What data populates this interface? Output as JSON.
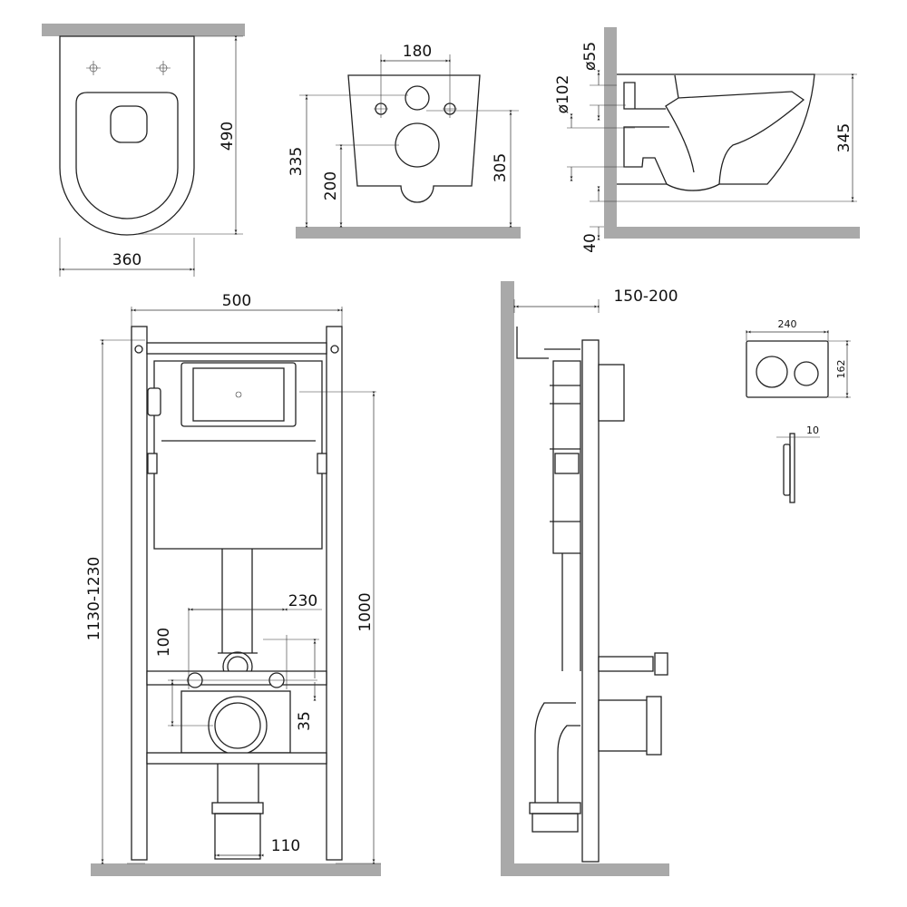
{
  "top_view": {
    "depth": "490",
    "width": "360"
  },
  "front_view": {
    "hole_spacing": "180",
    "height_335": "335",
    "height_200": "200",
    "height_305": "305"
  },
  "side_view": {
    "d55": "ø55",
    "d102": "ø102",
    "height": "345",
    "gap": "40"
  },
  "frame_front": {
    "width": "500",
    "total_height": "1130-1230",
    "height_1000": "1000",
    "bolt_spacing": "230",
    "offset_100": "100",
    "offset_35": "35",
    "drain": "110"
  },
  "frame_side": {
    "depth": "150-200"
  },
  "flush_plate": {
    "width": "240",
    "height": "162",
    "thickness": "10"
  }
}
